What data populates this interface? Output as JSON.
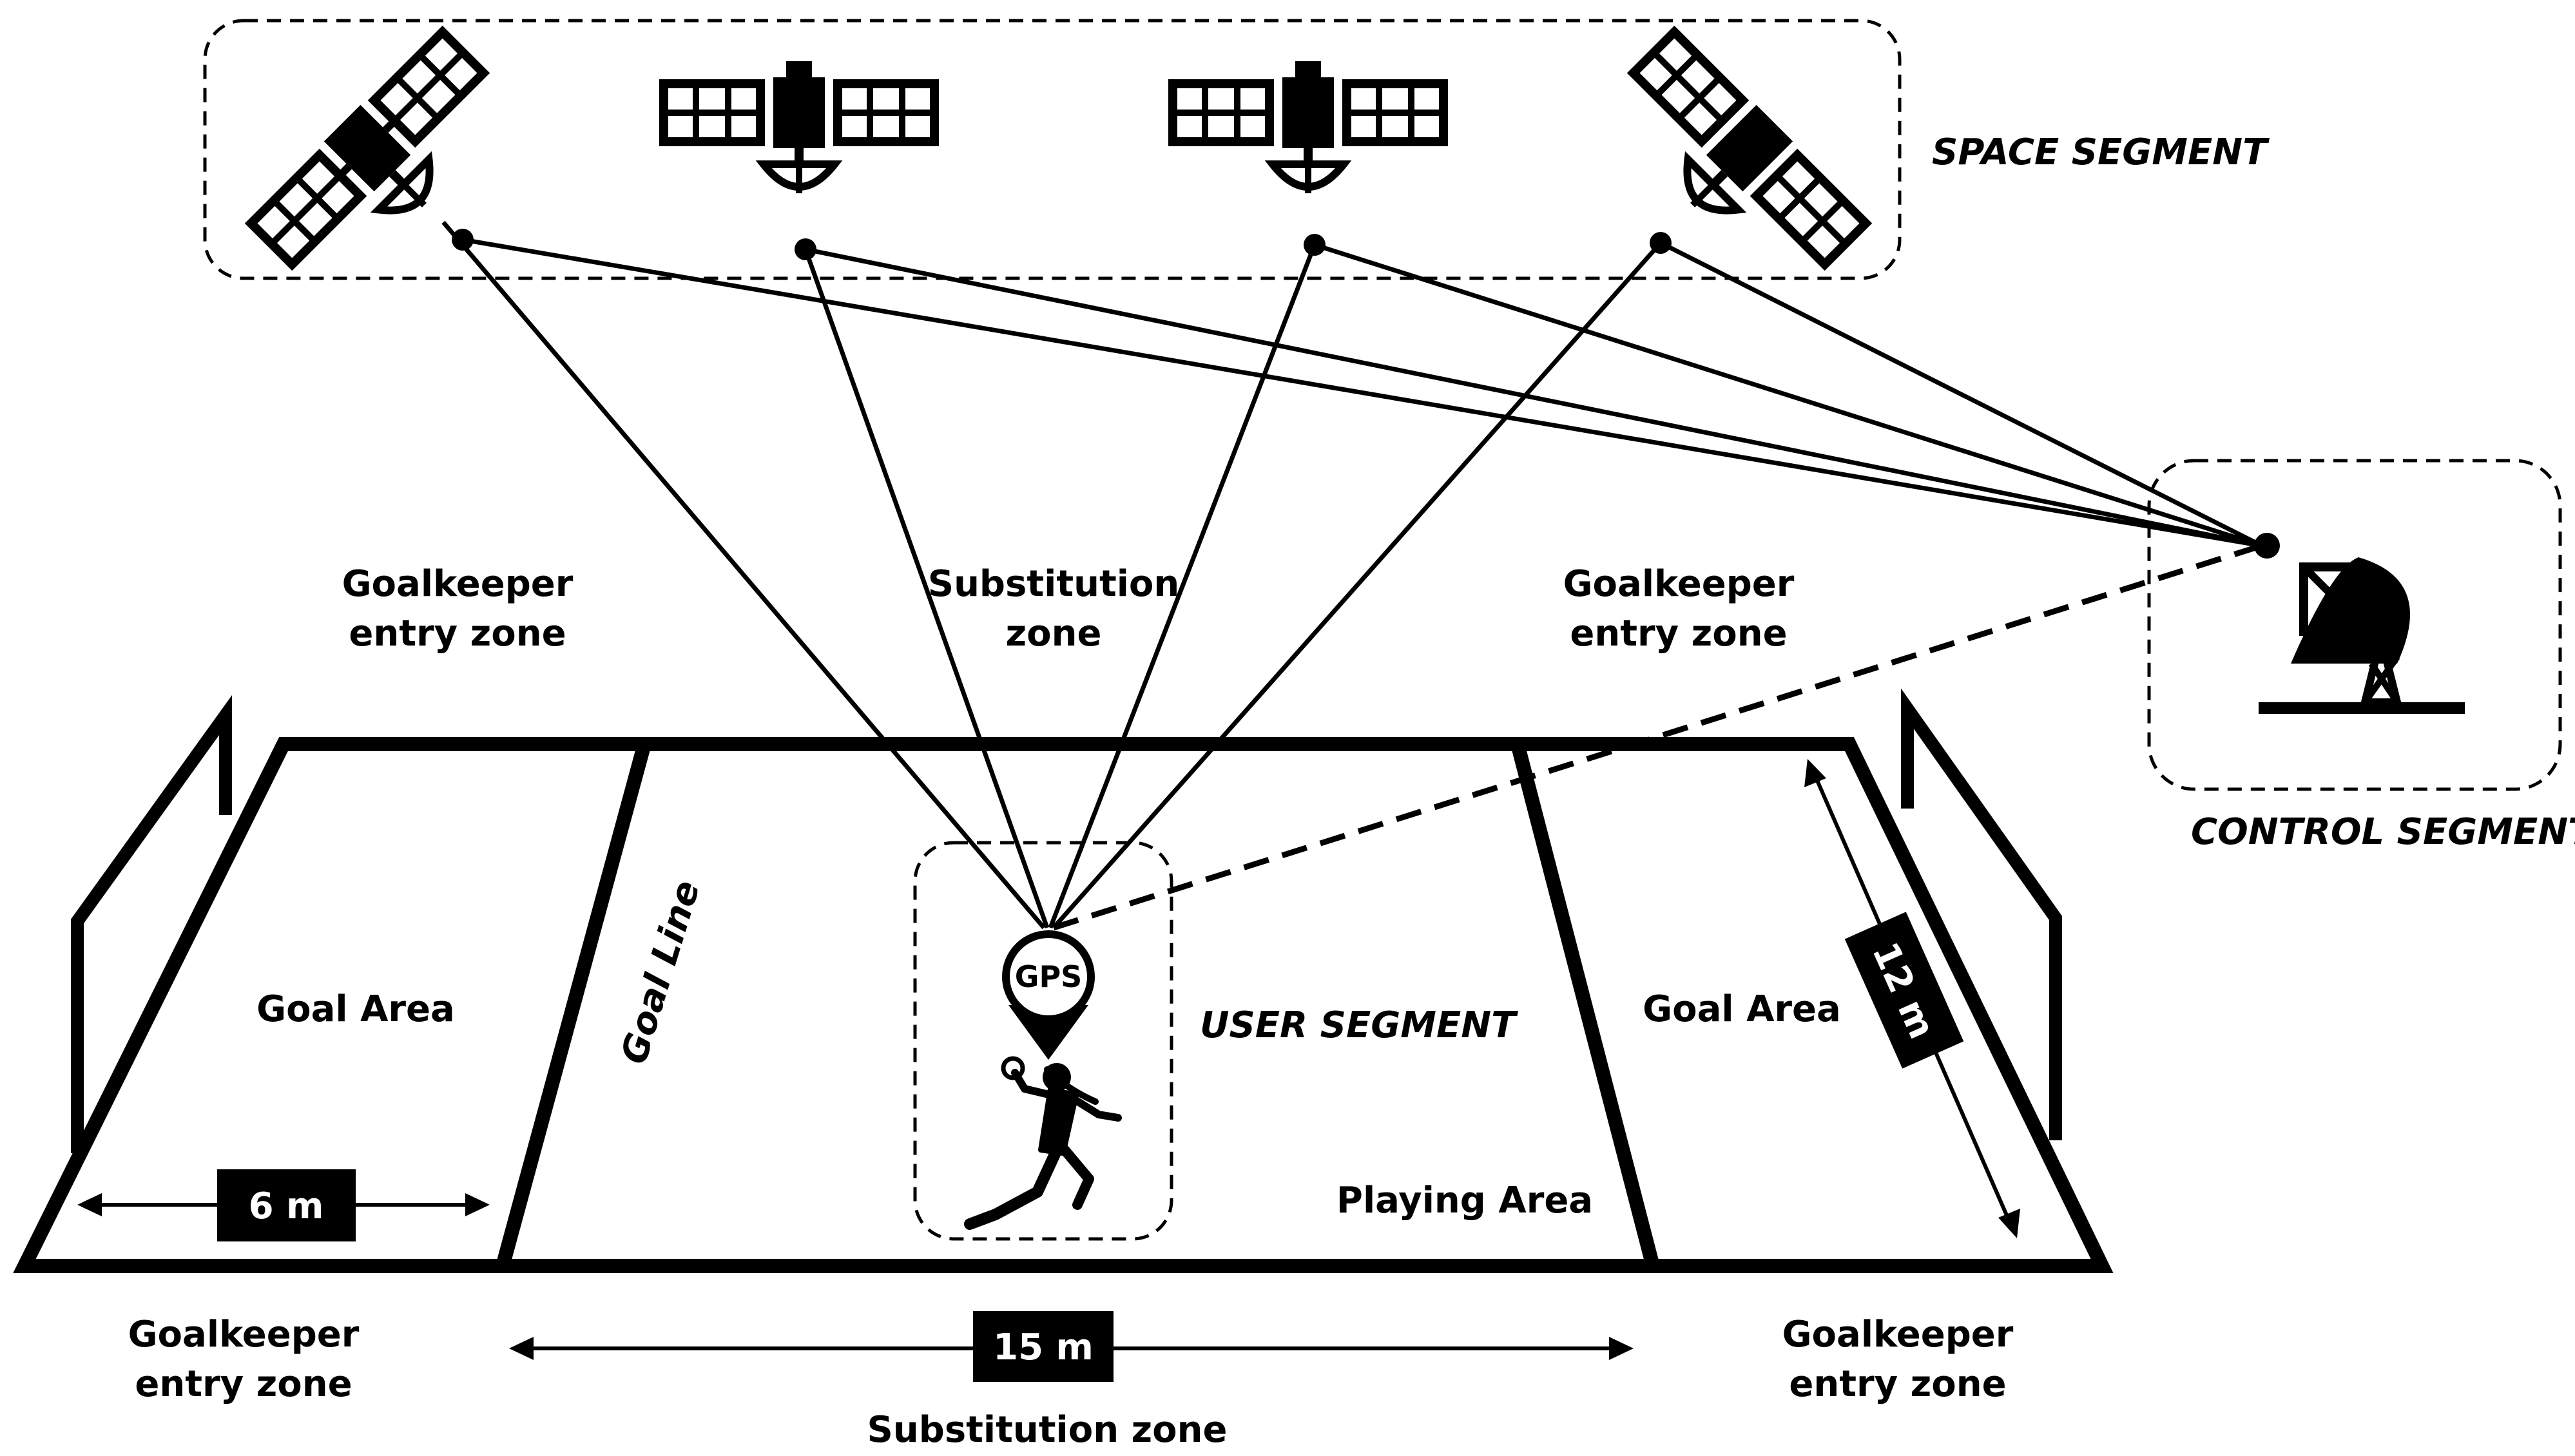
{
  "segments": {
    "space": "SPACE SEGMENT",
    "control": "CONTROL SEGMENT",
    "user": "USER SEGMENT"
  },
  "zones": {
    "gk_top_left": [
      "Goalkeeper",
      "entry zone"
    ],
    "sub_top": [
      "Substitution",
      "zone"
    ],
    "gk_top_right": [
      "Goalkeeper",
      "entry zone"
    ],
    "gk_bottom_left": [
      "Goalkeeper",
      "entry zone"
    ],
    "gk_bottom_right": [
      "Goalkeeper",
      "entry zone"
    ],
    "sub_bottom": "Substitution zone"
  },
  "court": {
    "goal_area_left": "Goal Area",
    "goal_area_right": "Goal Area",
    "goal_line": "Goal Line",
    "playing_area": "Playing Area"
  },
  "measurements": {
    "goal_area_width": "6 m",
    "field_length": "15 m",
    "field_width": "12 m"
  },
  "user_device": {
    "label": "GPS"
  },
  "icons": [
    "satellite-icon",
    "ground-station-dish-icon",
    "gps-pin-icon",
    "handball-player-icon"
  ],
  "colors": {
    "ink": "#000000",
    "background": "#ffffff"
  }
}
